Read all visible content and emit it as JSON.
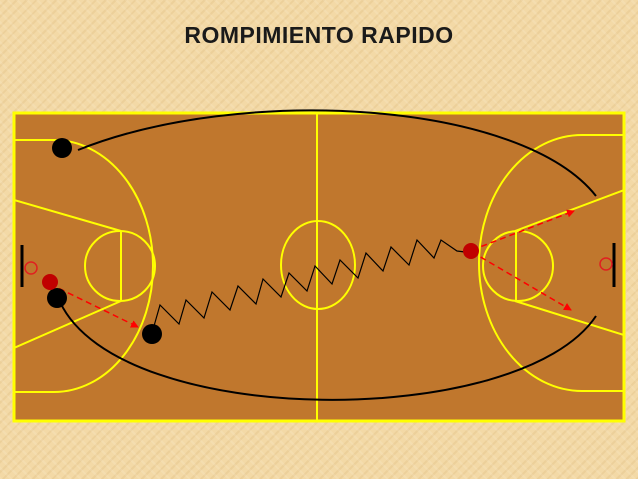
{
  "slide": {
    "title": "ROMPIMIENTO RAPIDO"
  },
  "colors": {
    "background": "#f3d9a6",
    "court_floor": "#c0772d",
    "court_lines": "#ffff00",
    "defense_players": "#000000",
    "attack_players": "#c00000",
    "pass_arrows": "#ff0000",
    "basket": "#e02020"
  },
  "legend_semantics": {
    "black_dots": "players",
    "red_dots": "players",
    "dashed_red_arrows": "passes",
    "zigzag_line": "dribble"
  }
}
